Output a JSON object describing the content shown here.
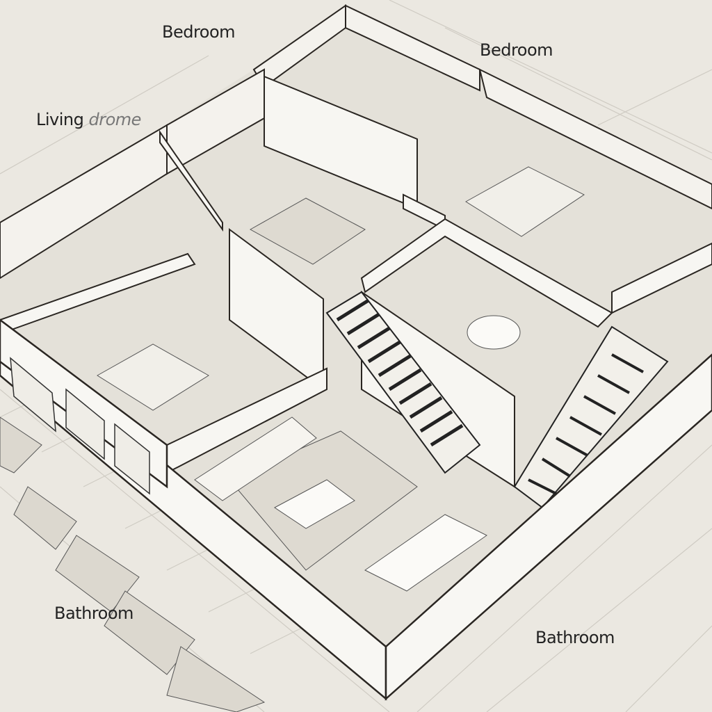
{
  "labels": {
    "bedroom_top": "Bedroom",
    "bedroom_right": "Bedroom",
    "living_main": "Living",
    "living_suffix": "drome",
    "bathroom_left": "Bathroom",
    "bathroom_right": "Bathroom"
  },
  "colors": {
    "background": "#ebe8e1",
    "wall": "#f7f6f2",
    "floor": "#e2dfd7",
    "ink": "#2a2622"
  }
}
